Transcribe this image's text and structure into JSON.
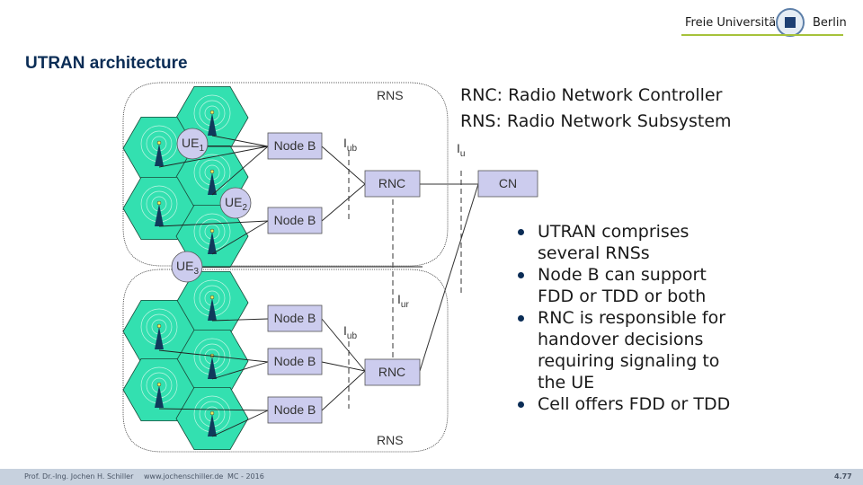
{
  "header": {
    "logo_text_left": "Freie Universität",
    "logo_text_right": "Berlin",
    "title": "UTRAN architecture"
  },
  "diagram": {
    "rns_label_top": "RNS",
    "rns_label_bottom": "RNS",
    "ue": [
      {
        "base": "UE",
        "sub": "1"
      },
      {
        "base": "UE",
        "sub": "2"
      },
      {
        "base": "UE",
        "sub": "3"
      }
    ],
    "node_b_label": "Node B",
    "rnc_label": "RNC",
    "cn_label": "CN",
    "interfaces": {
      "iub": {
        "base": "I",
        "sub": "ub"
      },
      "iu": {
        "base": "I",
        "sub": "u"
      },
      "iur": {
        "base": "I",
        "sub": "ur"
      }
    },
    "colors": {
      "cell_fill": "#33e0b0",
      "box_fill": "#ccccee",
      "tower": "#103a5c"
    }
  },
  "legend": [
    "RNC: Radio Network Controller",
    "RNS: Radio Network Subsystem"
  ],
  "bullets": [
    [
      "UTRAN comprises",
      "several RNSs"
    ],
    [
      "Node B can support",
      "FDD or TDD or both"
    ],
    [
      "RNC is responsible for",
      "handover decisions",
      "requiring signaling to",
      "the UE"
    ],
    [
      "Cell offers FDD or TDD"
    ]
  ],
  "footer": {
    "author": "Prof. Dr.-Ing. Jochen H. Schiller",
    "url": "www.jochenschiller.de",
    "course": "MC - 2016",
    "page": "4.77"
  }
}
